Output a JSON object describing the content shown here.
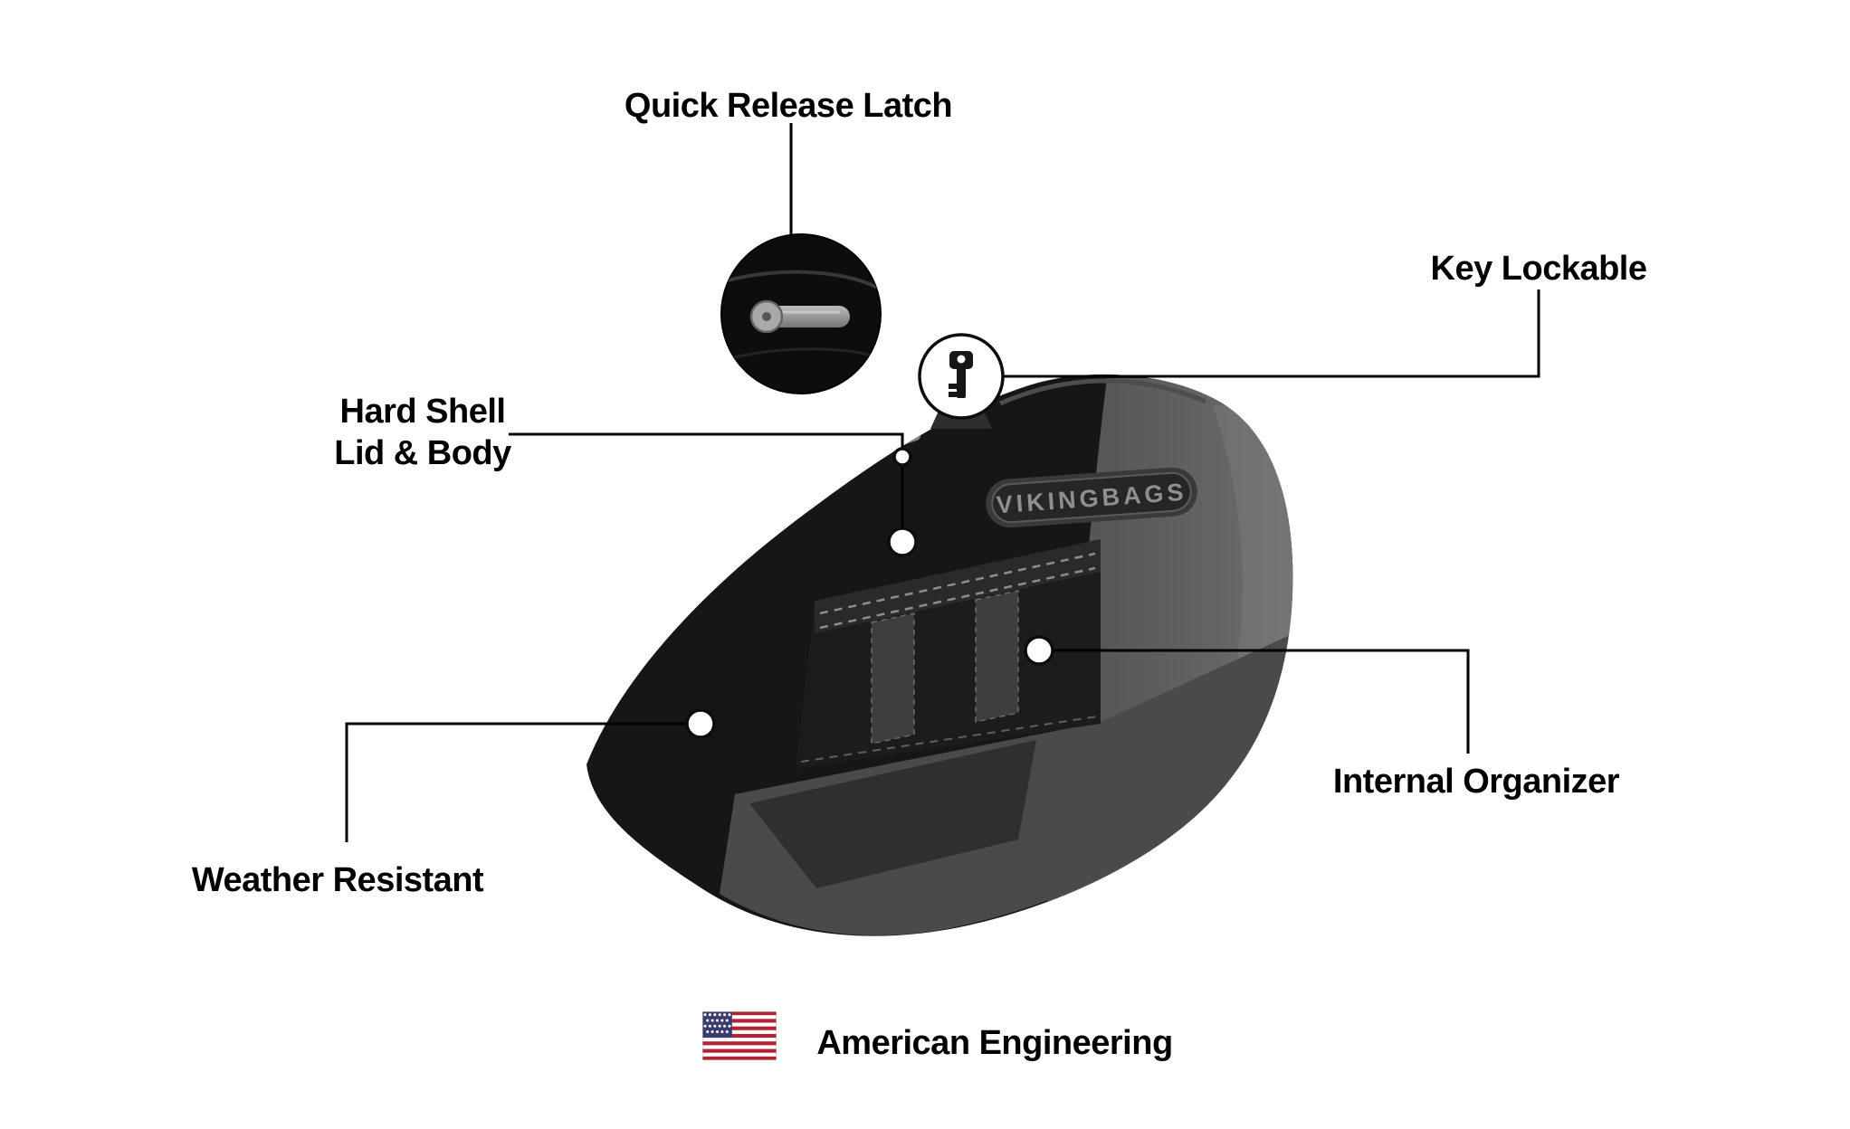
{
  "page": {
    "background": "#ffffff"
  },
  "callouts": {
    "quick_release_latch": "Quick Release Latch",
    "key_lockable": "Key Lockable",
    "hard_shell_line1": "Hard Shell",
    "hard_shell_line2": "Lid & Body",
    "weather_resistant": "Weather Resistant",
    "internal_organizer": "Internal Organizer"
  },
  "footer": {
    "text": "American Engineering"
  },
  "product": {
    "logo": "VIKINGBAGS"
  },
  "icons": [
    "us-flag-icon",
    "key-icon",
    "latch-lever-icon"
  ],
  "colors": {
    "label_text": "#000000",
    "connector_line": "#000000",
    "bag_body": "#161616",
    "bag_lid_gray": "#5f5f5f",
    "bag_shadow_gray": "#4a4a4a",
    "seam_highlight": "#8f8f8f",
    "logo_plate": "#2c2c2c",
    "logo_text": "#8f8f8f",
    "flag_red": "#b22234",
    "flag_blue": "#3c3b6e",
    "flag_white": "#ffffff"
  }
}
